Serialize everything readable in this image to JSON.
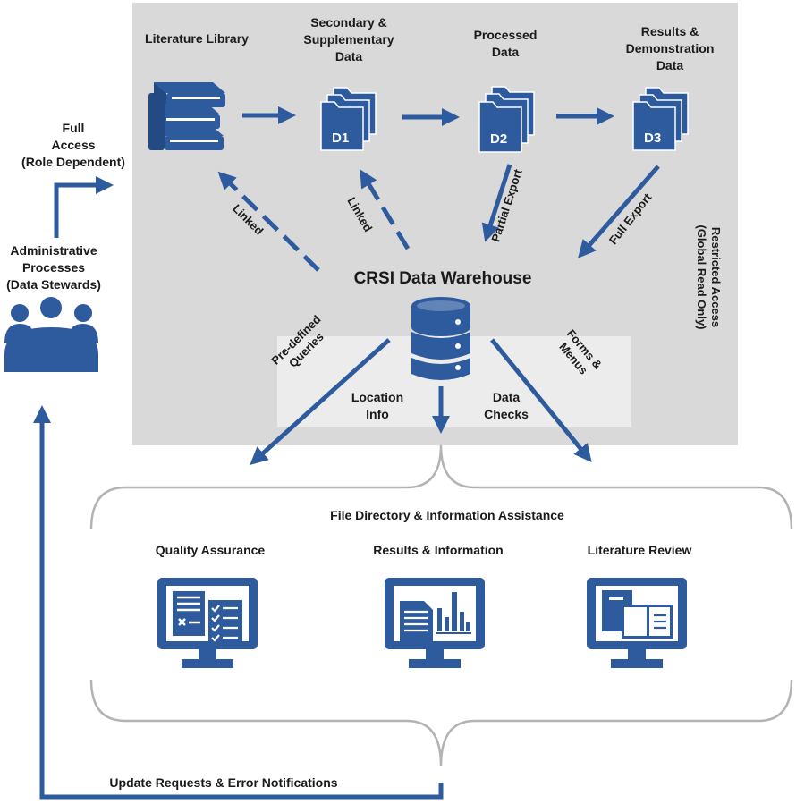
{
  "diagram": {
    "colors": {
      "primary": "#2e5b9e",
      "panel": "#d9d9d9",
      "panel_light": "#ececec",
      "brace": "#b3b3b3",
      "text": "#1a1a1a"
    },
    "stores": {
      "literature_library": "Literature Library",
      "secondary": "Secondary &\nSupplementary\nData",
      "processed": "Processed\nData",
      "results": "Results &\nDemonstration\nData"
    },
    "folders": [
      "D1",
      "D2",
      "D3"
    ],
    "warehouse": "CRSI Data Warehouse",
    "edges": {
      "linked_1": "Linked",
      "linked_2": "Linked",
      "partial_export": "Partial Export",
      "full_export": "Full Export",
      "restricted_access": "Restricted Access\n(Global Read Only)",
      "full_access": "Full\nAccess\n(Role Dependent)",
      "predefined_queries": "Pre-defined\nQueries",
      "location_info": "Location\nInfo",
      "data_checks": "Data\nChecks",
      "forms_menus": "Forms &\nMenus",
      "update_requests": "Update Requests & Error Notifications"
    },
    "admin": "Administrative\nProcesses\n(Data Stewards)",
    "assistance": {
      "title": "File Directory & Information Assistance",
      "items": [
        "Quality Assurance",
        "Results & Information",
        "Literature Review"
      ]
    },
    "icons": [
      "books-icon",
      "folder-stack-icon",
      "database-icon",
      "people-group-icon",
      "monitor-checklist-icon",
      "monitor-report-icon",
      "monitor-document-icon"
    ]
  }
}
